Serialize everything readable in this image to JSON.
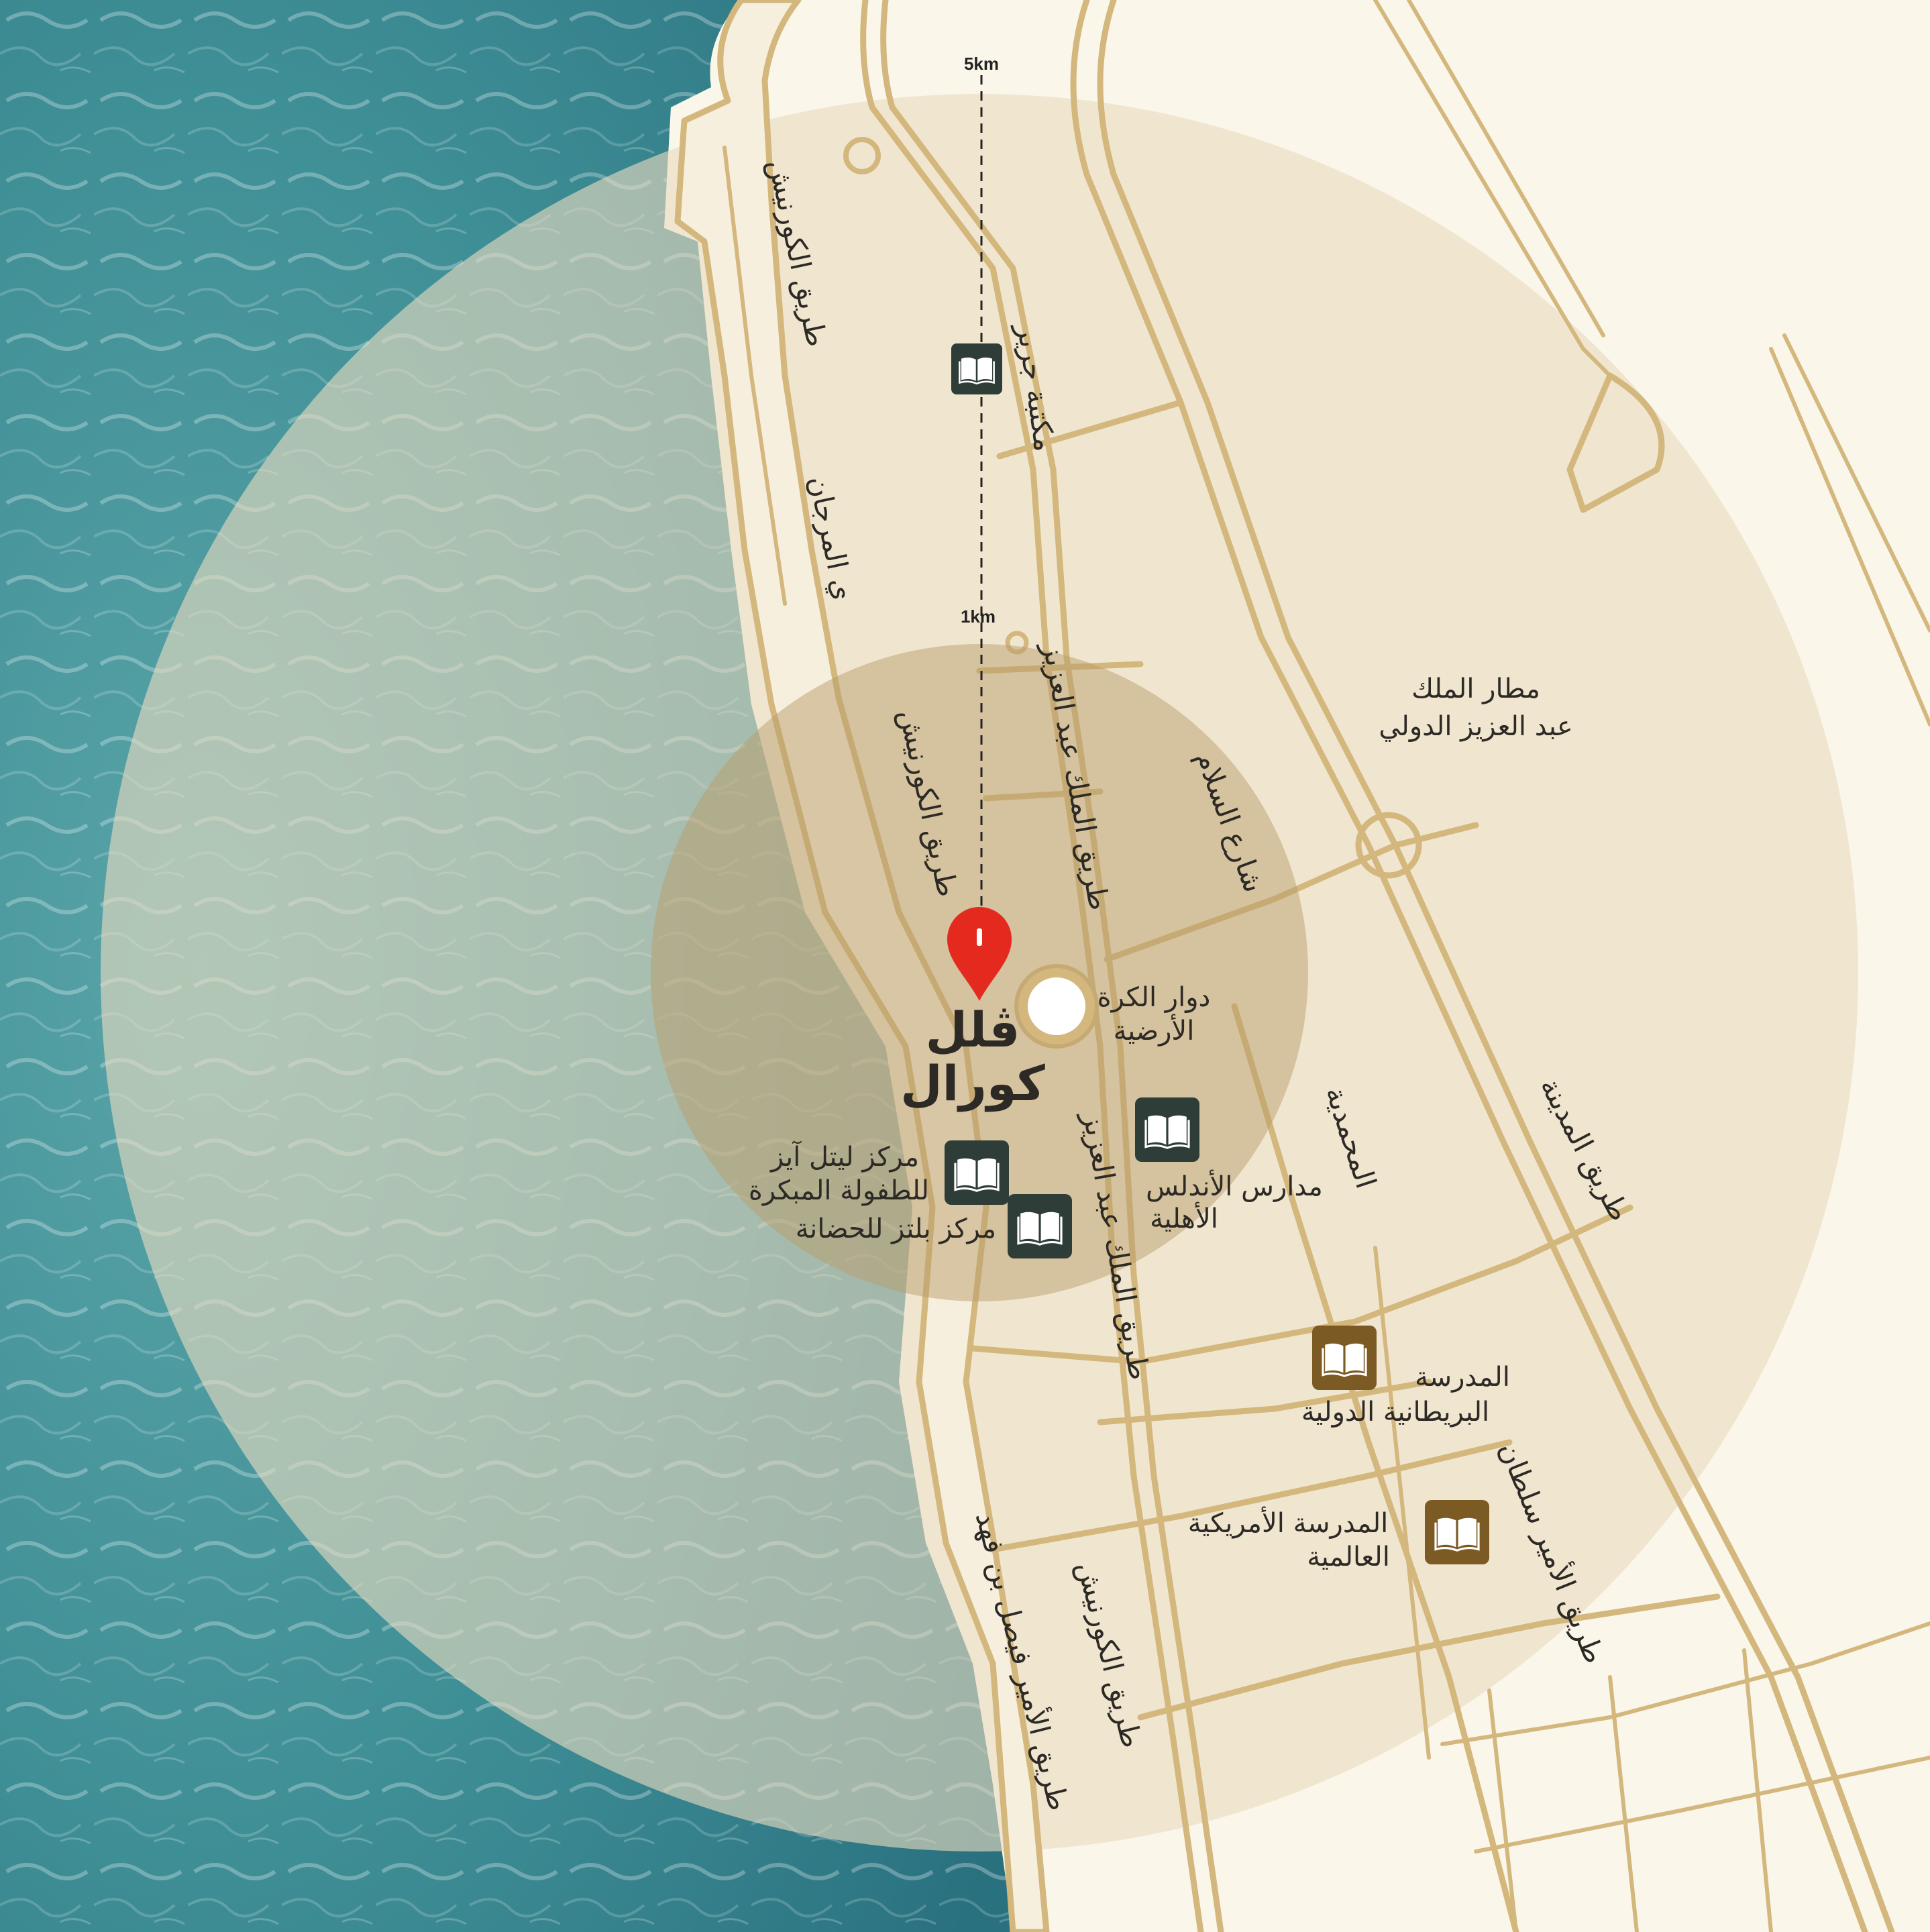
{
  "map": {
    "scale_labels": {
      "outer": "5km",
      "inner": "1km"
    },
    "project": {
      "line1": "ڤلل",
      "line2": "كورال"
    },
    "roads": {
      "corniche_north": "طريق الكورنيش",
      "corniche_mid": "طريق الكورنيش",
      "corniche_south": "طريق الكورنيش",
      "murjan": "ي المرجان",
      "king_abdulaziz_north": "طريق الملك عبد العزيز",
      "king_abdulaziz_south": "طريق الملك عبد العزيز",
      "salam": "شارع السلام",
      "mohammadiyah": "المحمدية",
      "madinah": "طريق المدينة",
      "prince_sultan": "طريق الأمير سلطان",
      "prince_faisal": "طريق الأمير فيصل بن فهد"
    },
    "places": {
      "airport": {
        "line1": "مطار الملك",
        "line2": "عبد العزيز الدولي"
      },
      "globe_roundabout": {
        "line1": "دوار الكرة",
        "line2": "الأرضية"
      }
    },
    "pois": {
      "jarir": {
        "label": "مكتبة جرير",
        "icon": "book-icon",
        "color": "#2f3d38"
      },
      "little_eyes": {
        "line1": "مركز ليتل آيز",
        "line2": "للطفولة المبكرة",
        "icon": "book-icon",
        "color": "#2f3d38"
      },
      "blitz": {
        "label": "مركز بلتز للحضانة",
        "icon": "book-icon",
        "color": "#2f3d38"
      },
      "andalus": {
        "line1": "مدارس الأندلس",
        "line2": "الأهلية",
        "icon": "book-icon",
        "color": "#2f3d38"
      },
      "british": {
        "line1": "المدرسة",
        "line2": "البريطانية الدولية",
        "icon": "book-icon",
        "color": "#7b5a24"
      },
      "american": {
        "line1": "المدرسة الأمريكية",
        "line2": "العالمية",
        "icon": "book-icon",
        "color": "#7b5a24"
      }
    },
    "colors": {
      "sea": "#3f8f96",
      "land": "#fbf6ea",
      "road": "#d3b77d",
      "outer_ring": "#e9dcc0",
      "inner_ring": "#b99d6c",
      "pin": "#e42a1f"
    }
  }
}
